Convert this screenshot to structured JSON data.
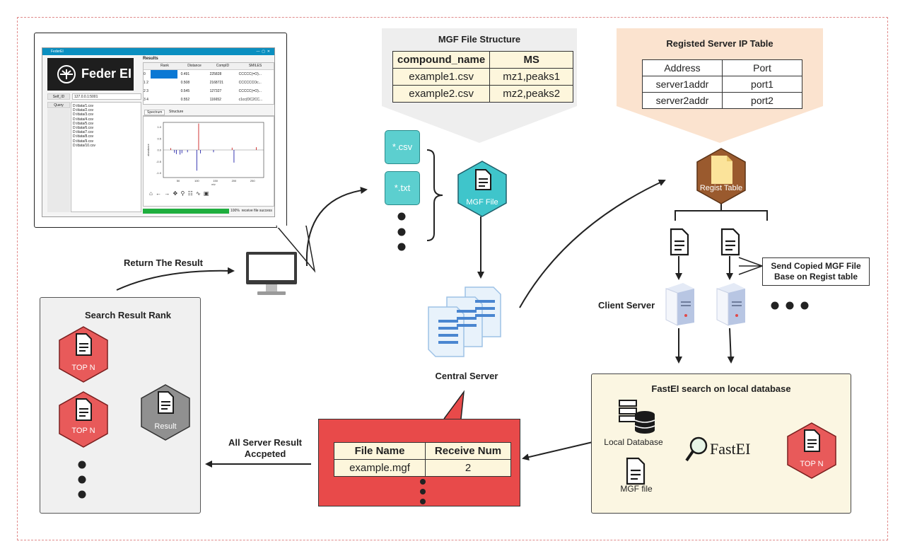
{
  "title_mgf": "MGF File Structure",
  "mgf_table": {
    "headers": [
      "compound_name",
      "MS"
    ],
    "rows": [
      [
        "example1.csv",
        "mz1,peaks1"
      ],
      [
        "example2.csv",
        "mz2,peaks2"
      ]
    ]
  },
  "title_ip": "Registed Server IP Table",
  "ip_table": {
    "headers": [
      "Address",
      "Port"
    ],
    "rows": [
      [
        "server1addr",
        "port1"
      ],
      [
        "server2addr",
        "port2"
      ]
    ]
  },
  "file_csv": "*.csv",
  "file_txt": "*.txt",
  "mgf_file_label": "MGF File",
  "regist_table_label": "Regist Table",
  "central_server_label": "Central Server",
  "client_server_label": "Client Server",
  "send_copied_label": "Send Copied MGF File\nBase on Regist table",
  "return_result_label": "Return The Result",
  "all_server_label": "All Server Result\nAccpeted",
  "search_rank_title": "Search Result Rank",
  "top_n_1": "TOP N",
  "top_n_2": "TOP N",
  "result_label": "Result",
  "receive_table": {
    "headers": [
      "File Name",
      "Receive Num"
    ],
    "rows": [
      [
        "example.mgf",
        "2"
      ]
    ]
  },
  "fastei_title": "FastEI search on local database",
  "local_db_label": "Local Database",
  "mgf_file_small": "MGF file",
  "fastei_logo": "FastEI",
  "top_n_3": "TOP N",
  "screenshot": {
    "window_title": "FederEI",
    "logo_text": "Feder EI",
    "results_title": "Results",
    "columns": [
      "Rank",
      "Distance",
      "CompID",
      "SMILES"
    ],
    "rows": [
      [
        "0",
        "",
        "0.491",
        "225828",
        "CCCCC(=O)..."
      ],
      [
        "1 2",
        "",
        "0.508",
        "2168721",
        "CCCCCCOc..."
      ],
      [
        "2 3",
        "",
        "0.545",
        "127327",
        "CCCCC(=O)..."
      ],
      [
        "3 4",
        "",
        "0.552",
        "116652",
        "c1cc(OC2CC..."
      ]
    ],
    "ip_label": "Self_ID",
    "ip_value": "127.0.0.1:5001",
    "query_label": "Query",
    "query_files": [
      "D:/data/1.csv",
      "D:/data/2.csv",
      "D:/data/3.csv",
      "D:/data/4.csv",
      "D:/data/5.csv",
      "D:/data/6.csv",
      "D:/data/7.csv",
      "D:/data/8.csv",
      "D:/data/9.csv",
      "D:/data/10.csv"
    ],
    "tab_spectrum": "Spectrum",
    "tab_structure": "Structure",
    "y_ticks": [
      "1.0",
      "0.5",
      "0.0",
      "-0.5",
      "-1.0"
    ],
    "x_ticks": [
      "50",
      "100",
      "150",
      "200",
      "250"
    ],
    "y_axis_label": "abundance",
    "x_axis_label": "m/z",
    "progress_text": "100%",
    "status_text": "receive file success",
    "progress": 1.0
  }
}
